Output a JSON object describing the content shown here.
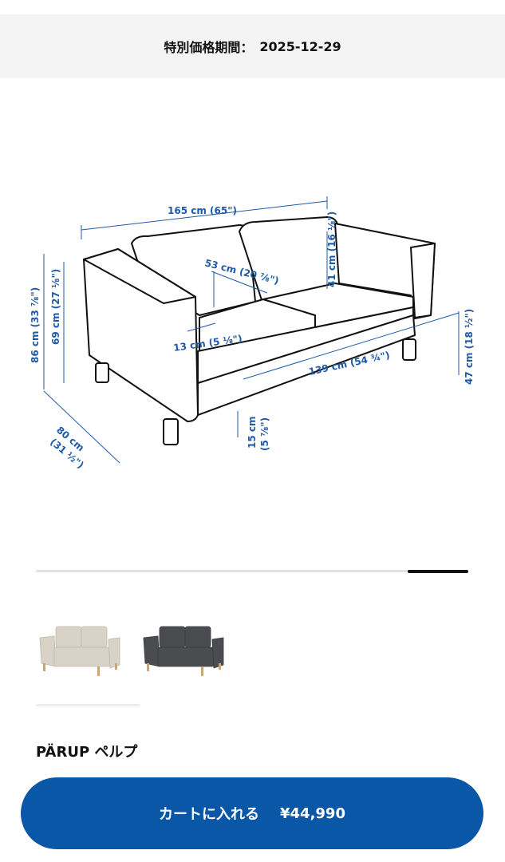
{
  "promo": {
    "label": "特別価格期間：",
    "date": "2025-12-29"
  },
  "dimensions_diagram": {
    "line_color": "#1f5aa6",
    "labels": {
      "width": "165 cm (65\")",
      "seat_depth": "53 cm (20 ⅞\")",
      "back_height": "41 cm (16 ⅛\")",
      "total_height": "86 cm (33 ⅞\")",
      "armrest_height": "69 cm (27 ⅛\")",
      "armrest_width": "13 cm (5 ⅛\")",
      "seat_width": "139 cm (54 ¾\")",
      "seat_height": "47 cm (18 ½\")",
      "depth_cm": "80 cm",
      "depth_in": "(31 ½\")",
      "leg_height_cm": "15 cm",
      "leg_height_in": "(5 ⅞\")"
    }
  },
  "carousel": {
    "thumb_position": "end"
  },
  "variants": [
    {
      "name": "beige-sofa",
      "color": "#d9d3c7"
    },
    {
      "name": "dark-gray-sofa",
      "color": "#4a4c4f"
    }
  ],
  "product": {
    "name": "PÄRUP ペルプ"
  },
  "cart": {
    "label": "カートに入れる",
    "price": "¥44,990",
    "color": "#0a57a8"
  }
}
